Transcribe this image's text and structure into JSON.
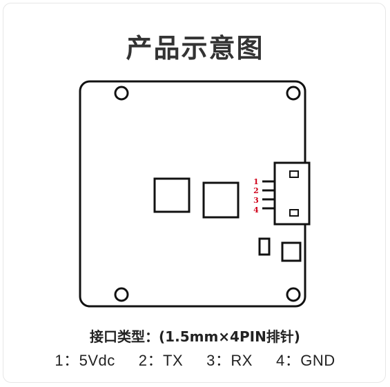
{
  "title": "产品示意图",
  "connector": {
    "pin_numbers": [
      "1",
      "2",
      "3",
      "4"
    ],
    "pin_number_color": "#d0021b"
  },
  "interface_note": "接口类型：(1.5mm×4PIN排针)",
  "pin_legend": [
    "1：5Vdc",
    "2：TX",
    "3：RX",
    "4：GND"
  ],
  "colors": {
    "outline": "#111111",
    "text": "#333333",
    "background": "#ffffff"
  }
}
